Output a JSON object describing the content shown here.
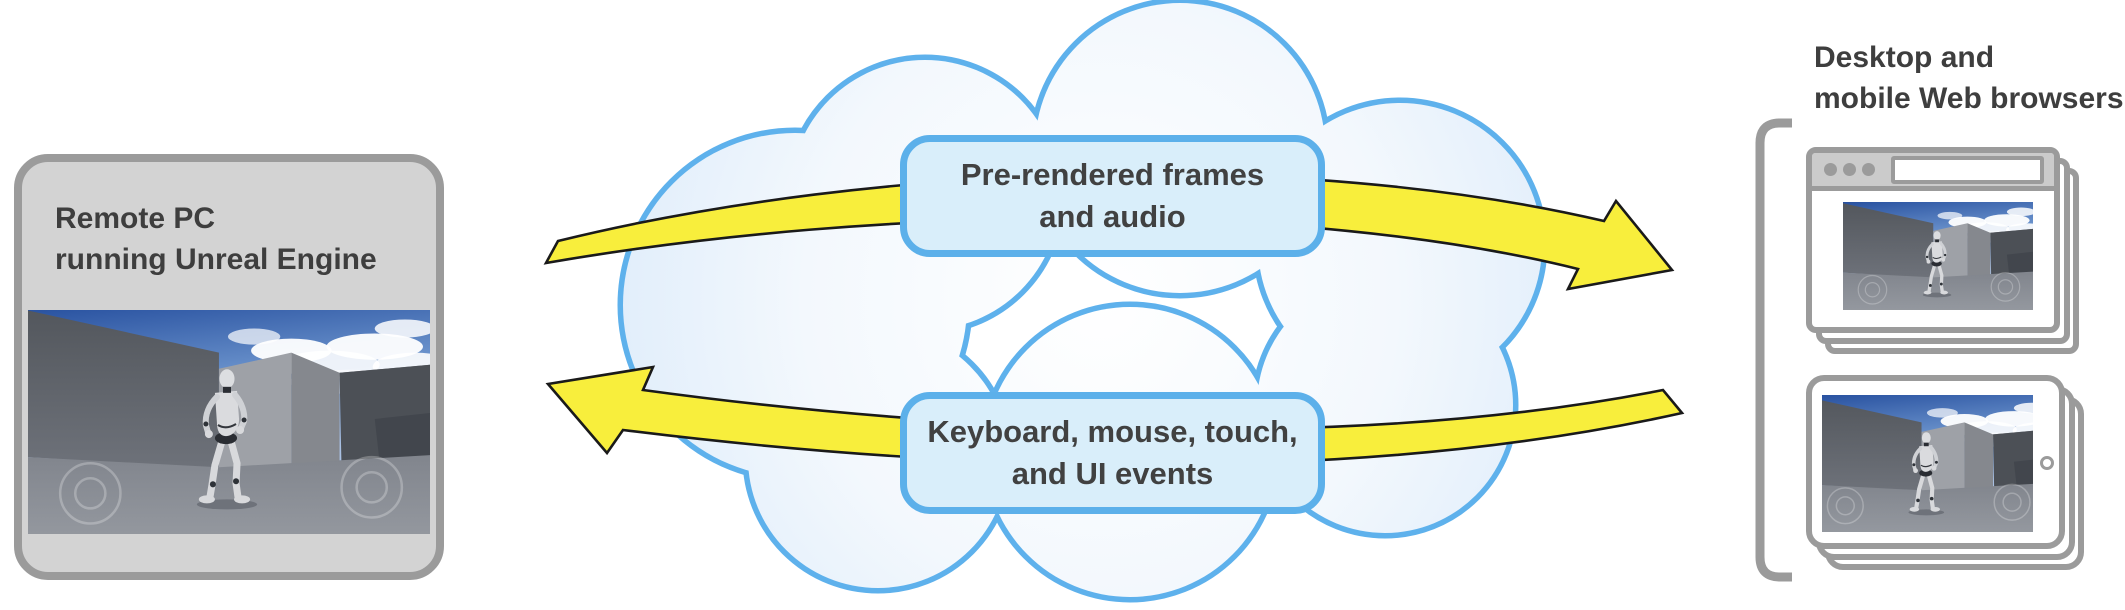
{
  "left_box": {
    "title_line1": "Remote PC",
    "title_line2": "running Unreal Engine"
  },
  "cloud": {
    "top_label": {
      "line1": "Pre-rendered frames",
      "line2": "and audio"
    },
    "bottom_label": {
      "line1": "Keyboard, mouse, touch,",
      "line2": "and UI events"
    }
  },
  "right_group": {
    "title_line1": "Desktop and",
    "title_line2": "mobile Web browsers"
  },
  "icons": {
    "window_buttons": "window-buttons-icon",
    "url_bar": "url-bar",
    "home_button": "home-button-icon",
    "cloud": "network-cloud",
    "frames_arrow": "arrow-right",
    "events_arrow": "arrow-left"
  },
  "colors": {
    "arrow_fill": "#f8ee3c",
    "arrow_outline": "#1a1a1a",
    "cloud_border": "#5eb1ec",
    "label_fill": "#d9eefa",
    "label_border": "#5cb0ea",
    "panel_fill": "#d3d3d3",
    "panel_border": "#9b9b9b",
    "device_border": "#9b9b9b",
    "titlebar_fill": "#cbcbcb",
    "text_dark": "#414141"
  }
}
